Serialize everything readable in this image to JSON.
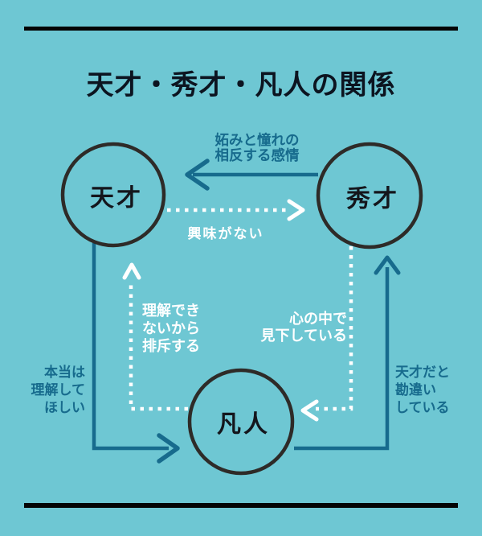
{
  "title": "天才・秀才・凡人の関係",
  "nodes": {
    "tensai": {
      "label": "天才"
    },
    "shusai": {
      "label": "秀才"
    },
    "bonjin": {
      "label": "凡人"
    }
  },
  "edges": {
    "shusai_to_tensai": {
      "from": "秀才",
      "to": "天才",
      "style": "solid-arrow",
      "lines": [
        "妬みと憧れの",
        "相反する感情"
      ]
    },
    "tensai_to_shusai": {
      "from": "天才",
      "to": "秀才",
      "style": "dotted-arrow",
      "lines": [
        "興味がない"
      ]
    },
    "bonjin_to_tensai": {
      "from": "凡人",
      "to": "天才",
      "style": "dotted-arrow",
      "lines": [
        "理解でき",
        "ないから",
        "排斥する"
      ]
    },
    "shusai_to_bonjin": {
      "from": "秀才",
      "to": "凡人",
      "style": "dotted-arrow",
      "lines": [
        "心の中で",
        "見下している"
      ]
    },
    "tensai_to_bonjin": {
      "from": "天才",
      "to": "凡人",
      "style": "solid-arrow",
      "lines": [
        "本当は",
        "理解して",
        "ほしい"
      ]
    },
    "bonjin_to_shusai": {
      "from": "凡人",
      "to": "秀才",
      "style": "solid-arrow",
      "lines": [
        "天才だと",
        "勘違い",
        "している"
      ]
    }
  },
  "colors": {
    "background": "#6ec7d3",
    "accent_teal": "#176b8d",
    "white": "#ffffff",
    "ink": "#14161c",
    "circle_stroke": "#2e2b28",
    "rule": "#040404"
  }
}
